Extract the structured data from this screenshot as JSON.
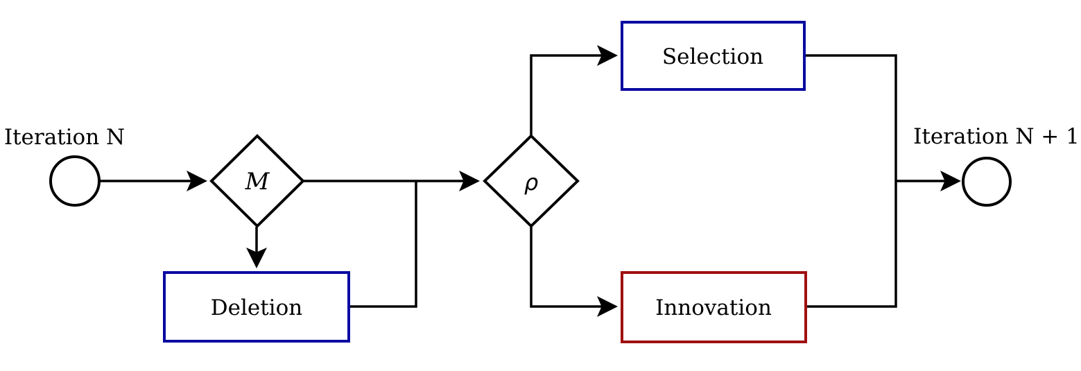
{
  "colors": {
    "background": "#ffffff",
    "line": "#000000",
    "navy": "#0a0aa2",
    "dark_red": "#a01010"
  },
  "nodes": {
    "start_circle": {
      "type": "start-state",
      "shape": "circle",
      "label": "Iteration N"
    },
    "m_diamond": {
      "type": "decision",
      "shape": "diamond",
      "label": "M"
    },
    "deletion_box": {
      "type": "process",
      "shape": "rectangle",
      "label": "Deletion",
      "border_color": "#0a0aa2"
    },
    "rho_diamond": {
      "type": "decision",
      "shape": "diamond",
      "label": "ρ"
    },
    "selection_box": {
      "type": "process",
      "shape": "rectangle",
      "label": "Selection",
      "border_color": "#0a0aa2"
    },
    "innovation_box": {
      "type": "process",
      "shape": "rectangle",
      "label": "Innovation",
      "border_color": "#a01010"
    },
    "end_circle": {
      "type": "end-state",
      "shape": "circle",
      "label": "Iteration N + 1"
    }
  },
  "edges": {
    "start_to_m": {
      "from": "start_circle",
      "to": "m_diamond",
      "arrow": true
    },
    "m_to_deletion": {
      "from": "m_diamond",
      "to": "deletion_box",
      "arrow": true
    },
    "m_to_rho": {
      "from": "m_diamond",
      "to": "rho_diamond",
      "arrow": true
    },
    "deletion_to_m_rho_line": {
      "from": "deletion_box",
      "to": "m_to_rho junction",
      "arrow": false
    },
    "rho_to_selection": {
      "from": "rho_diamond",
      "to": "selection_box",
      "arrow": true
    },
    "rho_to_innovation": {
      "from": "rho_diamond",
      "to": "innovation_box",
      "arrow": true
    },
    "selection_innovation_merge": {
      "from": "selection_box / innovation_box",
      "to": "merge point",
      "arrow": false
    },
    "merge_to_end": {
      "from": "merge point",
      "to": "end_circle",
      "arrow": true
    }
  }
}
